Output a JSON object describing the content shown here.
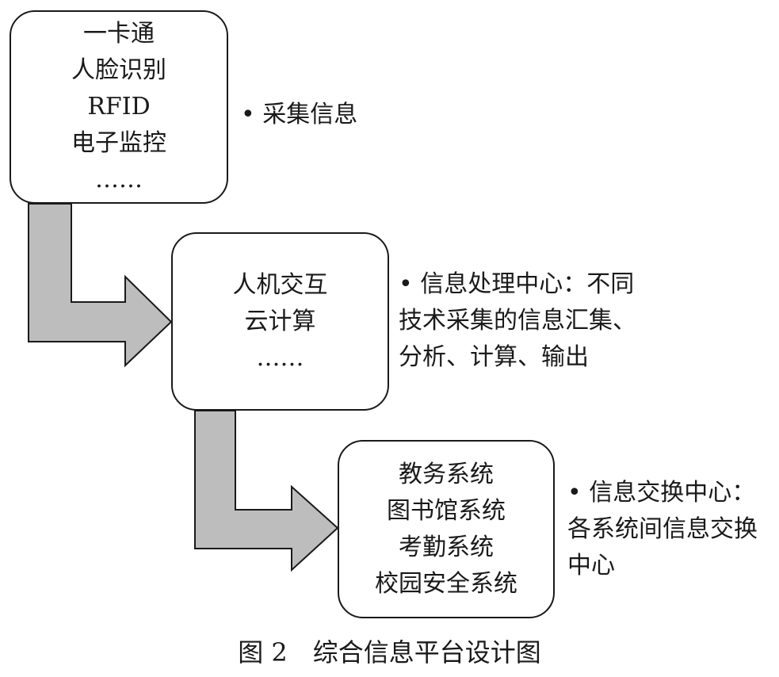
{
  "boxes": [
    {
      "lines": [
        "一卡通",
        "人脸识别",
        "RFID",
        "电子监控",
        "……"
      ]
    },
    {
      "lines": [
        "人机交互",
        "云计算",
        "……"
      ]
    },
    {
      "lines": [
        "教务系统",
        "图书馆系统",
        "考勤系统",
        "校园安全系统"
      ]
    }
  ],
  "notes": [
    {
      "lines": [
        "• 采集信息"
      ]
    },
    {
      "lines": [
        "• 信息处理中心：不同",
        "技术采集的信息汇集、",
        "分析、计算、输出"
      ]
    },
    {
      "lines": [
        "• 信息交换中心：",
        "各系统间信息交换",
        "中心"
      ]
    }
  ],
  "caption": "图 2　综合信息平台设计图",
  "colors": {
    "arrow_fill": "#bdbdbd",
    "stroke": "#1a1a1a"
  }
}
